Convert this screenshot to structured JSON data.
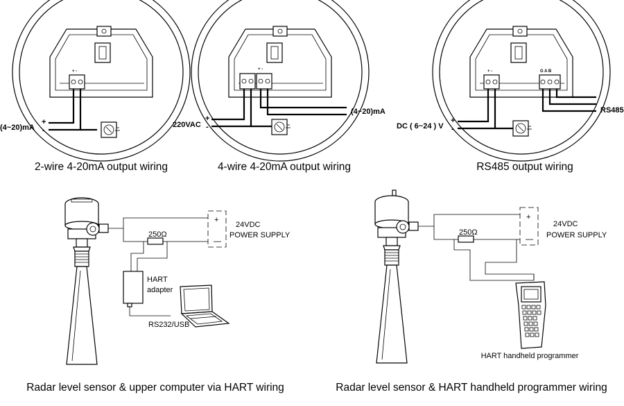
{
  "panels": {
    "two_wire": {
      "caption": "2-wire 4-20mA output wiring",
      "signal_label": "(4~20)mA",
      "terminal_marks": "+ -",
      "pos": "+",
      "neg": "-"
    },
    "four_wire": {
      "caption": "4-wire 4-20mA output wiring",
      "supply_label": "220VAC",
      "output_label": "(4~20)mA",
      "pos": "+",
      "neg": "-"
    },
    "rs485": {
      "caption": "RS485 output wiring",
      "supply_label": "DC ( 6~24 ) V",
      "bus_label": "RS485",
      "terminal_marks": "G A B",
      "pos": "+",
      "neg": "-"
    },
    "hart_pc": {
      "caption": "Radar level sensor & upper computer via HART wiring",
      "supply_line1": "24VDC",
      "supply_line2": "POWER SUPPLY",
      "resistor": "250Ω",
      "adapter_line1": "HART",
      "adapter_line2": "adapter",
      "port_label": "RS232/USB",
      "plus": "+",
      "minus": "—"
    },
    "hart_handheld": {
      "caption": "Radar level sensor & HART handheld programmer wiring",
      "supply_line1": "24VDC",
      "supply_line2": "POWER SUPPLY",
      "resistor": "250Ω",
      "programmer_label": "HART handheld programmer",
      "plus": "+",
      "minus": "—"
    }
  },
  "icons": {
    "ground": "ground-icon",
    "laptop": "laptop-icon",
    "radar": "radar-level-sensor-icon",
    "programmer": "handheld-programmer-icon"
  }
}
